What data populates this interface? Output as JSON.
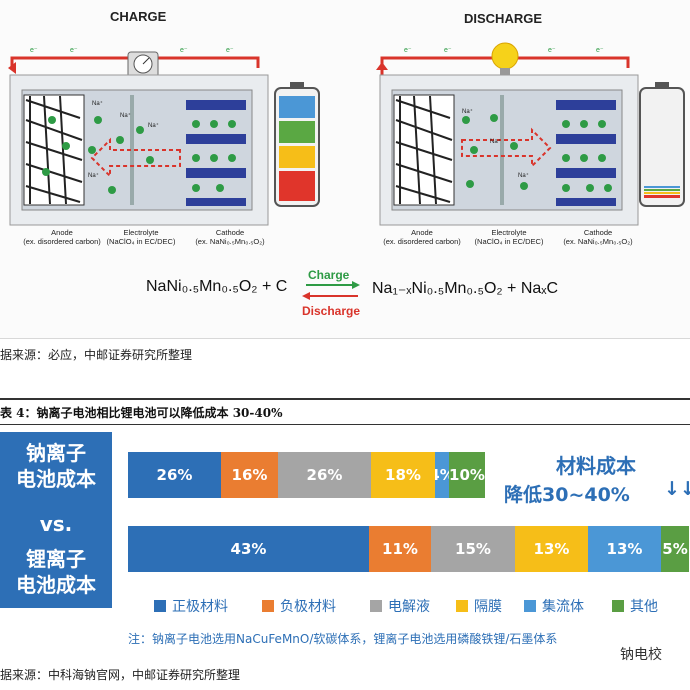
{
  "figure1": {
    "charge_title": "CHARGE",
    "discharge_title": "DISCHARGE",
    "electron": "e⁻",
    "ion": "Na⁺",
    "anode_label": "Anode\n(ex. disordered carbon)",
    "electrolyte_label": "Electrolyte\n(NaClO₄ in EC/DEC)",
    "cathode_label": "Cathode\n(ex. NaNi₀.₅Mn₀.₅O₂)",
    "equation_left": "NaNi₀.₅Mn₀.₅O₂ + C",
    "equation_right": "Na₁₋ₓNi₀.₅Mn₀.₅O₂ + NaₓC",
    "charge_word": "Charge",
    "discharge_word": "Discharge",
    "colors": {
      "green": "#2e9b45",
      "red": "#d9342b",
      "blue": "#2d3f9a"
    }
  },
  "caption1": "据来源：必应，中邮证券研究所整理",
  "table_title": "表 4：钠离子电池相比锂电池可以降低成本 30-40%",
  "figure2": {
    "left_box": {
      "line1": "钠离子",
      "line2": "电池成本",
      "vs": "vs.",
      "line3": "锂离子",
      "line4": "电池成本"
    },
    "side_note": {
      "line1": "材料成本",
      "line2": "降低30~40%",
      "arrows": "↓↓"
    },
    "legend": [
      {
        "label": "正极材料",
        "color": "#2d6fb6"
      },
      {
        "label": "负极材料",
        "color": "#ea7d31"
      },
      {
        "label": "电解液",
        "color": "#a5a5a5"
      },
      {
        "label": "隔膜",
        "color": "#f6be18"
      },
      {
        "label": "集流体",
        "color": "#4b97d6"
      },
      {
        "label": "其他",
        "color": "#5a9e43"
      }
    ],
    "note": "注：钠离子电池选用NaCuFeMnO/软碳体系，锂离子电池选用磷酸铁锂/石墨体系"
  },
  "chart_data": {
    "type": "bar",
    "orientation": "horizontal-stacked-100",
    "categories": [
      "钠离子电池成本",
      "锂离子电池成本"
    ],
    "series": [
      {
        "name": "正极材料",
        "values": [
          26,
          43
        ],
        "labels": [
          "26%",
          "43%"
        ],
        "color": "#2d6fb6"
      },
      {
        "name": "负极材料",
        "values": [
          16,
          11
        ],
        "labels": [
          "16%",
          "11%"
        ],
        "color": "#ea7d31"
      },
      {
        "name": "电解液",
        "values": [
          26,
          15
        ],
        "labels": [
          "26%",
          "15%"
        ],
        "color": "#a5a5a5"
      },
      {
        "name": "隔膜",
        "values": [
          18,
          13
        ],
        "labels": [
          "18%",
          "13%"
        ],
        "color": "#f6be18"
      },
      {
        "name": "集流体",
        "values": [
          4,
          13
        ],
        "labels": [
          "4%",
          "13%"
        ],
        "color": "#4b97d6"
      },
      {
        "name": "其他",
        "values": [
          10,
          5
        ],
        "labels": [
          "10%",
          "5%"
        ],
        "color": "#5a9e43"
      }
    ]
  },
  "caption2": "据来源：中科海钠官网，中邮证券研究所整理",
  "watermark": "钠电校"
}
